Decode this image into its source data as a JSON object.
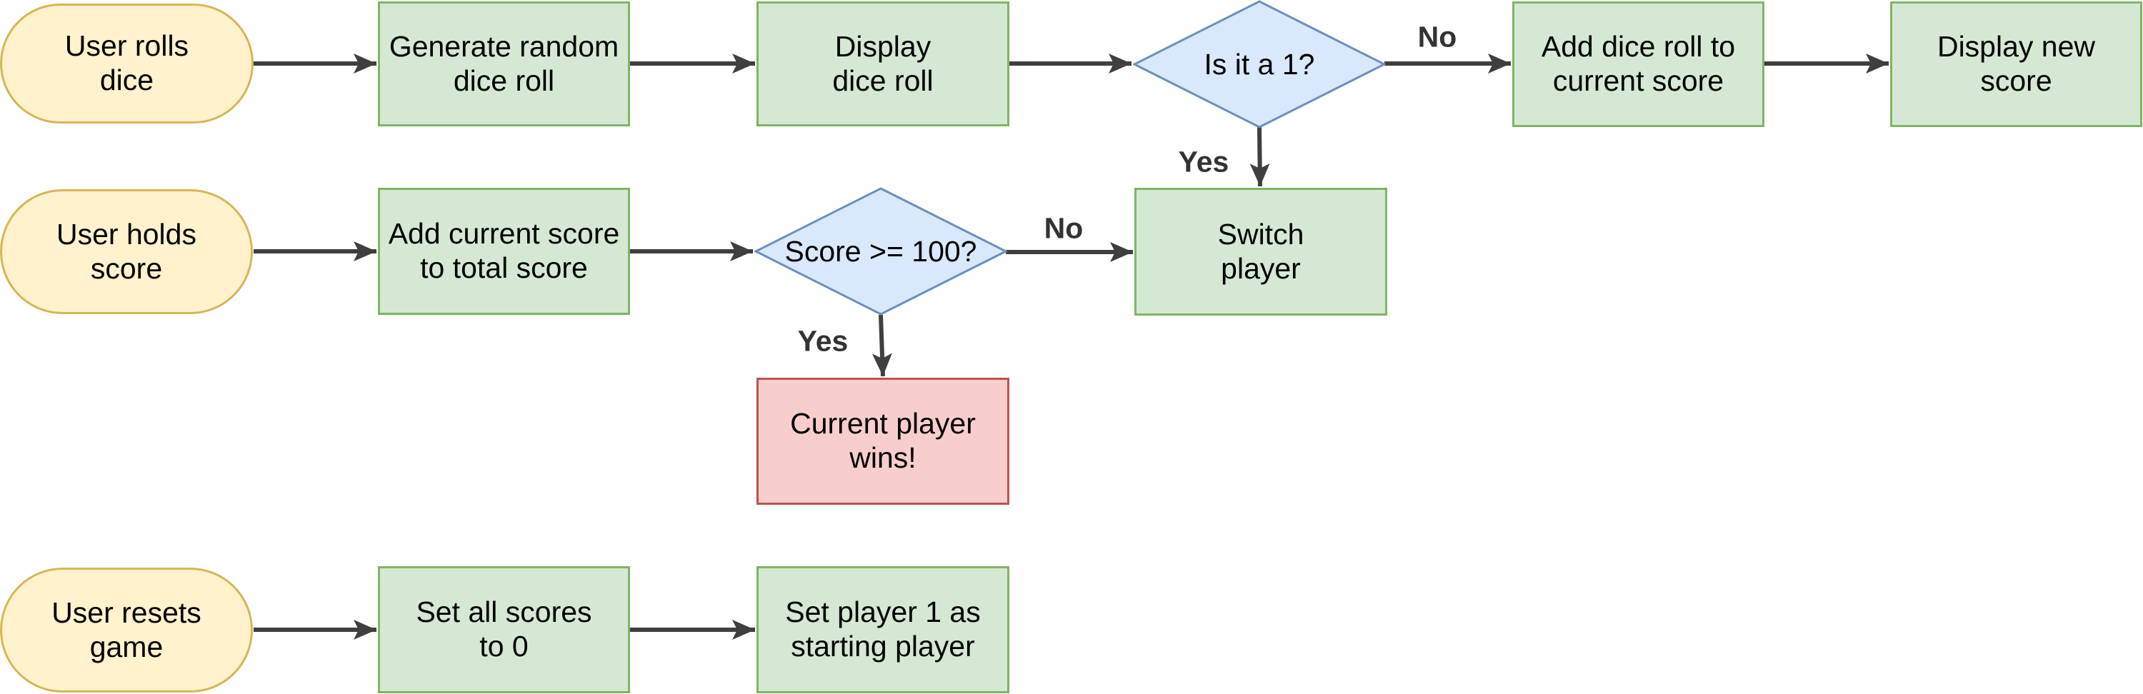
{
  "diagram": {
    "background": "#ffffff",
    "nodes": {
      "user_rolls_dice": {
        "label": "User rolls\ndice",
        "type": "terminator"
      },
      "generate_random_dice_roll": {
        "label": "Generate random\ndice roll",
        "type": "process"
      },
      "display_dice_roll": {
        "label": "Display\ndice roll",
        "type": "process"
      },
      "is_it_a_1": {
        "label": "Is it a 1?",
        "type": "decision"
      },
      "add_dice_roll_to_current_score": {
        "label": "Add dice roll to\ncurrent score",
        "type": "process"
      },
      "display_new_score": {
        "label": "Display new\nscore",
        "type": "process"
      },
      "switch_player": {
        "label": "Switch\nplayer",
        "type": "process"
      },
      "user_holds_score": {
        "label": "User holds\nscore",
        "type": "terminator"
      },
      "add_current_score_to_total_score": {
        "label": "Add current score\nto total score",
        "type": "process"
      },
      "score_gte_100": {
        "label": "Score >= 100?",
        "type": "decision"
      },
      "current_player_wins": {
        "label": "Current player\nwins!",
        "type": "alert"
      },
      "user_resets_game": {
        "label": "User resets\ngame",
        "type": "terminator"
      },
      "set_all_scores_to_0": {
        "label": "Set all scores\nto 0",
        "type": "process"
      },
      "set_player_1_as_starting_player": {
        "label": "Set player 1 as\nstarting player",
        "type": "process"
      }
    },
    "edges": [
      {
        "from": "user_rolls_dice",
        "to": "generate_random_dice_roll",
        "label": ""
      },
      {
        "from": "generate_random_dice_roll",
        "to": "display_dice_roll",
        "label": ""
      },
      {
        "from": "display_dice_roll",
        "to": "is_it_a_1",
        "label": ""
      },
      {
        "from": "is_it_a_1",
        "to": "add_dice_roll_to_current_score",
        "label": "No"
      },
      {
        "from": "is_it_a_1",
        "to": "switch_player",
        "label": "Yes"
      },
      {
        "from": "add_dice_roll_to_current_score",
        "to": "display_new_score",
        "label": ""
      },
      {
        "from": "user_holds_score",
        "to": "add_current_score_to_total_score",
        "label": ""
      },
      {
        "from": "add_current_score_to_total_score",
        "to": "score_gte_100",
        "label": ""
      },
      {
        "from": "score_gte_100",
        "to": "switch_player",
        "label": "No"
      },
      {
        "from": "score_gte_100",
        "to": "current_player_wins",
        "label": "Yes"
      },
      {
        "from": "user_resets_game",
        "to": "set_all_scores_to_0",
        "label": ""
      },
      {
        "from": "set_all_scores_to_0",
        "to": "set_player_1_as_starting_player",
        "label": ""
      }
    ],
    "colors": {
      "terminator_fill": "#FFF2CC",
      "terminator_stroke": "#D6B656",
      "process_fill": "#D5E8D4",
      "process_stroke": "#82B366",
      "decision_fill": "#DAE8FC",
      "decision_stroke": "#6C8EBF",
      "alert_fill": "#F8CECC",
      "alert_stroke": "#B85450",
      "edge": "#3F3F3F",
      "edge_label": "#333333",
      "text": "#000000"
    }
  }
}
